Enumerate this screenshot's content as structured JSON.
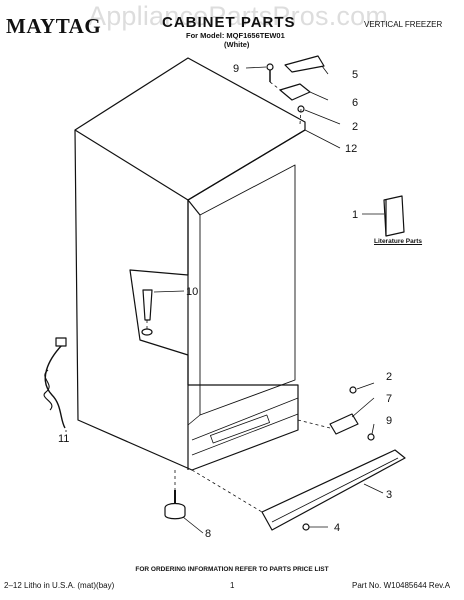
{
  "header": {
    "brand": "MAYTAG",
    "title": "CABINET PARTS",
    "subtitle": "VERTICAL FREEZER",
    "model_line": "For Model: MQF1656TEW01",
    "color_line": "(White)",
    "watermark": "AppliancePartsPros.com"
  },
  "callouts": [
    "9",
    "5",
    "6",
    "2",
    "12",
    "1",
    "10",
    "2",
    "7",
    "9",
    "11",
    "3",
    "4",
    "8"
  ],
  "literature_label": "Literature Parts",
  "footer": {
    "order_note": "FOR ORDERING INFORMATION REFER TO PARTS PRICE LIST",
    "left": "2–12 Litho in U.S.A. (mat)(bay)",
    "page": "1",
    "right": "Part No. W10485644 Rev.A"
  }
}
